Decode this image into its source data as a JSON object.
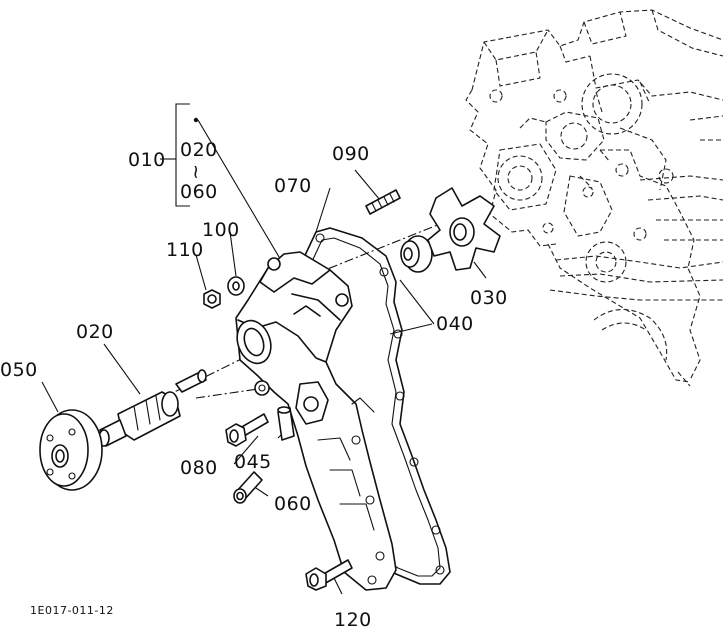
{
  "diagram": {
    "figure_code": "1E017-011-12",
    "parts": [
      {
        "id": "010",
        "label": "010"
      },
      {
        "id": "020a",
        "label": "020"
      },
      {
        "id": "tilde",
        "label": "~"
      },
      {
        "id": "060a",
        "label": "060"
      },
      {
        "id": "020b",
        "label": "020"
      },
      {
        "id": "030",
        "label": "030"
      },
      {
        "id": "040",
        "label": "040"
      },
      {
        "id": "045",
        "label": "045"
      },
      {
        "id": "050",
        "label": "050"
      },
      {
        "id": "060b",
        "label": "060"
      },
      {
        "id": "070",
        "label": "070"
      },
      {
        "id": "080",
        "label": "080"
      },
      {
        "id": "090",
        "label": "090"
      },
      {
        "id": "100",
        "label": "100"
      },
      {
        "id": "110",
        "label": "110"
      },
      {
        "id": "120",
        "label": "120"
      }
    ]
  }
}
